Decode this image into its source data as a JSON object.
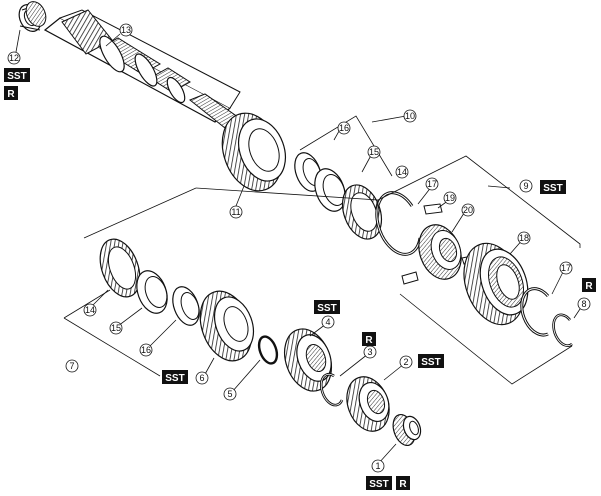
{
  "callouts": {
    "c1": "1",
    "c2": "2",
    "c3": "3",
    "c4": "4",
    "c5": "5",
    "c6": "6",
    "c7": "7",
    "c8": "8",
    "c9": "9",
    "c10": "10",
    "c11": "11",
    "c12": "12",
    "c13": "13",
    "c14a": "14",
    "c14b": "14",
    "c15a": "15",
    "c15b": "15",
    "c16a": "16",
    "c16b": "16",
    "c17a": "17",
    "c17b": "17",
    "c18": "18",
    "c19": "19",
    "c20": "20"
  },
  "tags": {
    "sst_12": "SST",
    "r_12": "R",
    "sst_9": "SST",
    "r_8": "R",
    "sst_4": "SST",
    "r_3": "R",
    "sst_2": "SST",
    "sst_6": "SST",
    "sst_1": "SST",
    "r_1": "R"
  },
  "colors": {
    "line": "#111111",
    "tag_bg": "#111111",
    "tag_fg": "#ffffff"
  }
}
